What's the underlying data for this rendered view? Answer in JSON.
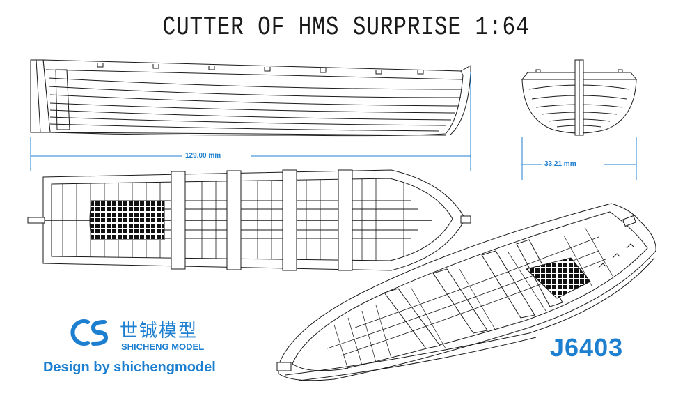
{
  "title": "CUTTER OF HMS SURPRISE 1:64",
  "dimensions": {
    "length": "129.00 mm",
    "beam": "33.21 mm"
  },
  "brand": {
    "logo": "CS",
    "chinese_name": "世铖模型",
    "english_name": "SHICHENG MODEL",
    "designer_line": "Design by shichengmodel"
  },
  "product_code": "J6403",
  "colors": {
    "accent": "#1d7fd0",
    "line": "#1a1a1a"
  }
}
